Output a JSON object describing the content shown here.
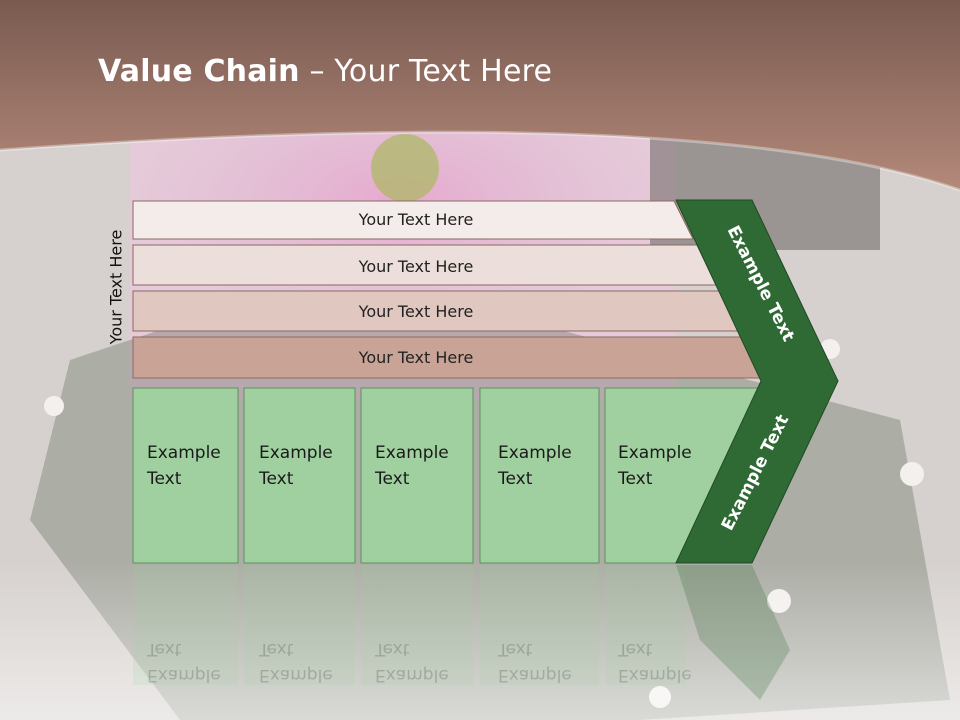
{
  "slide": {
    "title_bold": "Value Chain",
    "title_rest": " – Your Text Here",
    "side_label": "Your Text Here",
    "rows": [
      {
        "label": "Your Text Here",
        "fill": "#f4ecea"
      },
      {
        "label": "Your Text Here",
        "fill": "#ecdeda"
      },
      {
        "label": "Your Text Here",
        "fill": "#e0c8c0"
      },
      {
        "label": "Your Text Here",
        "fill": "#c9a496"
      }
    ],
    "boxes": [
      {
        "line1": "Example",
        "line2": "Text"
      },
      {
        "line1": "Example",
        "line2": "Text"
      },
      {
        "line1": "Example",
        "line2": "Text"
      },
      {
        "line1": "Example",
        "line2": "Text"
      },
      {
        "line1": "Example",
        "line2": "Text"
      }
    ],
    "chevron_top_label": "Example Text",
    "chevron_bottom_label": "Example Text"
  },
  "colors": {
    "header_band": "#a27668",
    "box_fill": "#a0d0a0",
    "chevron_fill": "#2f6a35",
    "chevron_text": "#ffffff"
  }
}
